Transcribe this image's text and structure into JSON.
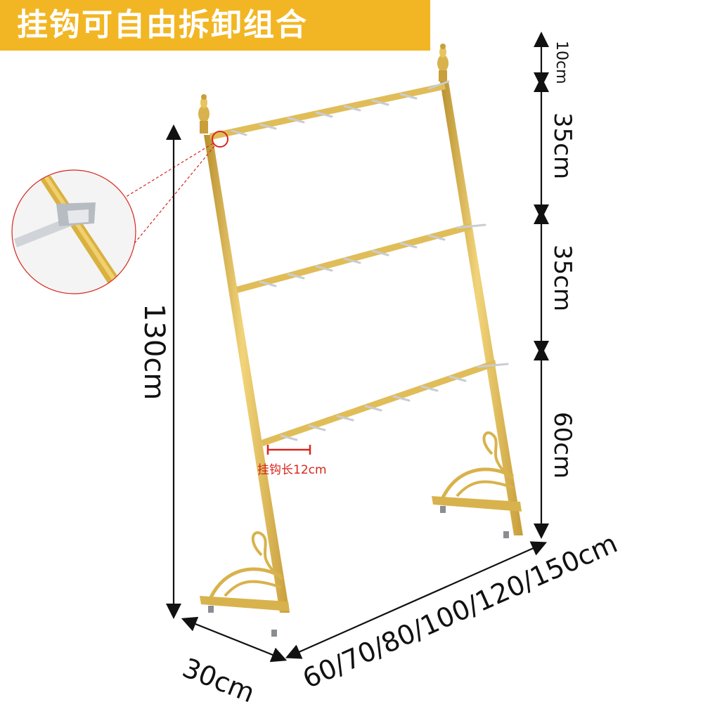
{
  "banner": {
    "title": "挂钩可自由拆卸组合"
  },
  "dimensions": {
    "height_total": "130cm",
    "top_segment": "10cm",
    "segment_upper": "35cm",
    "segment_middle": "35cm",
    "segment_lower": "60cm",
    "depth": "30cm",
    "width_options": "60/70/80/100/120/150cm"
  },
  "hook_length_label": "挂钩长12cm",
  "colors": {
    "banner": "#f2b624",
    "frame_gold": "#d8b24c",
    "hook_silver": "#c9ccd2",
    "callout_red": "#d7261e",
    "dimension_line": "#111111"
  }
}
